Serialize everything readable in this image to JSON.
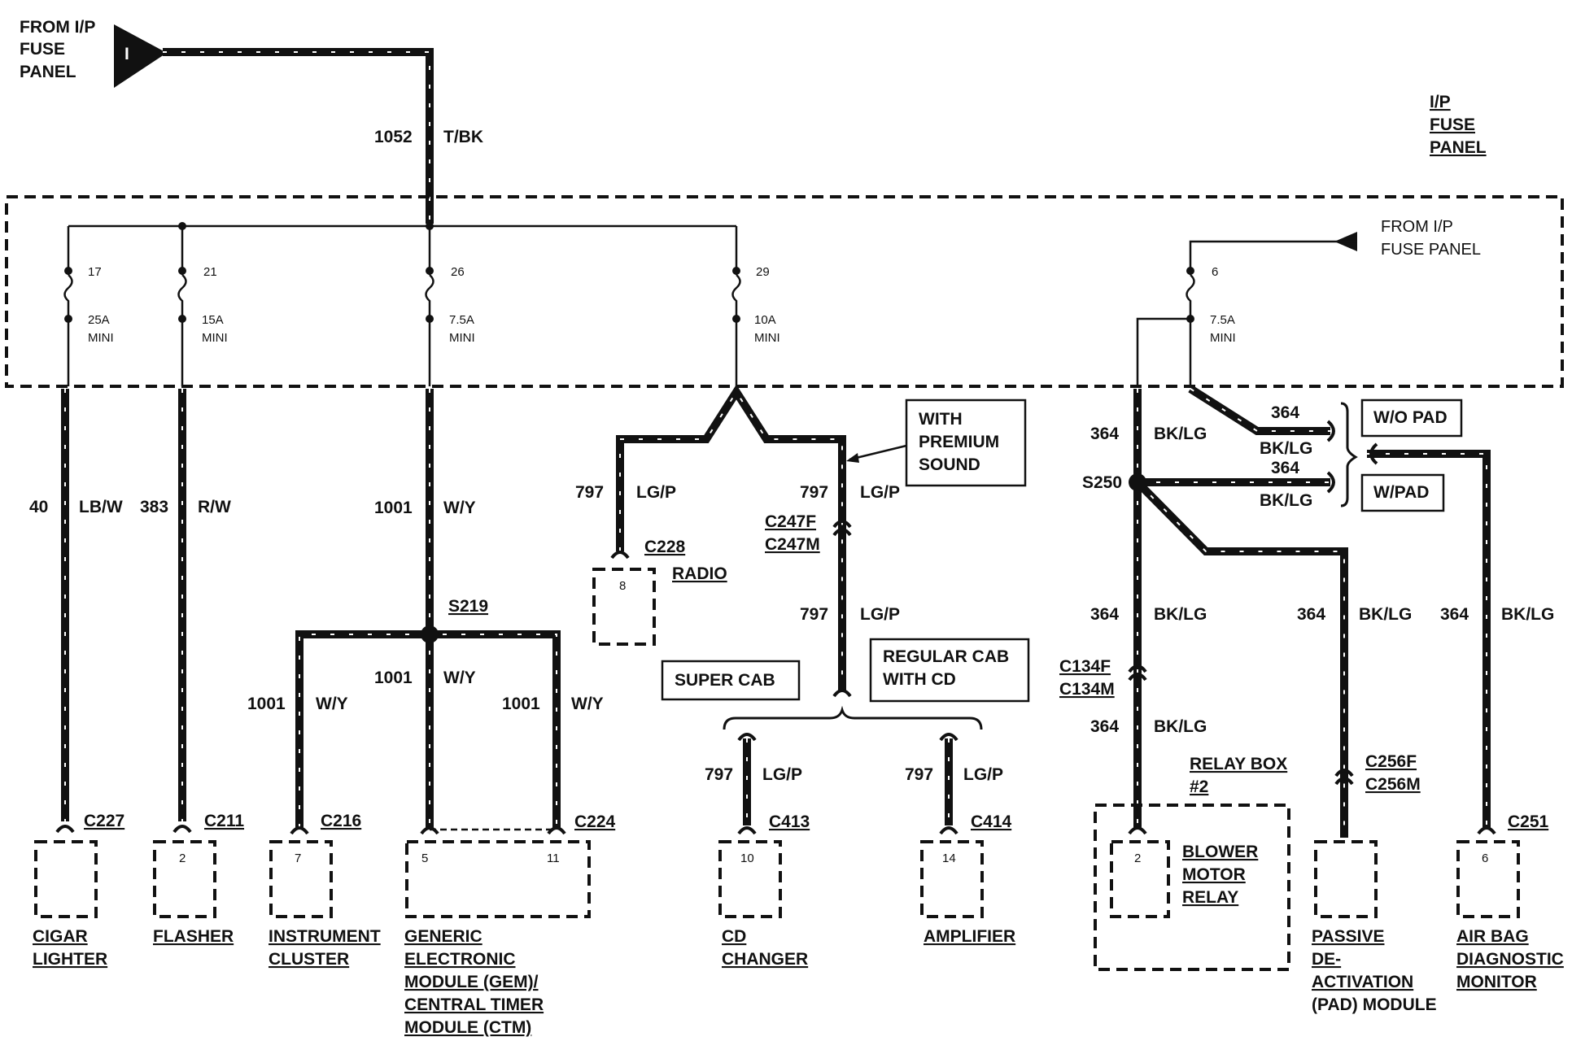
{
  "source_top": {
    "label_lines": [
      "FROM I/P",
      "FUSE",
      "PANEL"
    ],
    "connector_letter": "I"
  },
  "feed_wire": {
    "circuit": "1052",
    "color": "T/BK"
  },
  "fuse_panel": {
    "label_lines": [
      "I/P",
      "FUSE",
      "PANEL"
    ],
    "from_label_lines": [
      "FROM I/P",
      "FUSE PANEL"
    ]
  },
  "fuses": [
    {
      "number": "17",
      "rating": "25A",
      "type": "MINI"
    },
    {
      "number": "21",
      "rating": "15A",
      "type": "MINI"
    },
    {
      "number": "26",
      "rating": "7.5A",
      "type": "MINI"
    },
    {
      "number": "29",
      "rating": "10A",
      "type": "MINI"
    },
    {
      "number": "6",
      "rating": "7.5A",
      "type": "MINI"
    }
  ],
  "wires": {
    "w40": {
      "circuit": "40",
      "color": "LB/W"
    },
    "w383": {
      "circuit": "383",
      "color": "R/W"
    },
    "w1001_main": {
      "circuit": "1001",
      "color": "W/Y"
    },
    "w1001_center": {
      "circuit": "1001",
      "color": "W/Y"
    },
    "w1001_left": {
      "circuit": "1001",
      "color": "W/Y"
    },
    "w1001_right": {
      "circuit": "1001",
      "color": "W/Y"
    },
    "w797_radio": {
      "circuit": "797",
      "color": "LG/P"
    },
    "w797_premium": {
      "circuit": "797",
      "color": "LG/P"
    },
    "w797_lower": {
      "circuit": "797",
      "color": "LG/P"
    },
    "w797_cd": {
      "circuit": "797",
      "color": "LG/P"
    },
    "w797_amp": {
      "circuit": "797",
      "color": "LG/P"
    },
    "w364_top": {
      "circuit": "364",
      "color": "BK/LG"
    },
    "w364_wopad": {
      "circuit": "364",
      "color": "BK/LG"
    },
    "w364_wpad": {
      "circuit": "364",
      "color": "BK/LG"
    },
    "w364_mid": {
      "circuit": "364",
      "color": "BK/LG"
    },
    "w364_lower": {
      "circuit": "364",
      "color": "BK/LG"
    },
    "w364_pad": {
      "circuit": "364",
      "color": "BK/LG"
    },
    "w364_abdm": {
      "circuit": "364",
      "color": "BK/LG"
    }
  },
  "splices": {
    "s219": "S219",
    "s250": "S250"
  },
  "inline_connectors": {
    "c247": [
      "C247F",
      "C247M"
    ],
    "c134": [
      "C134F",
      "C134M"
    ],
    "c256": [
      "C256F",
      "C256M"
    ]
  },
  "option_labels": {
    "premium": [
      "WITH",
      "PREMIUM",
      "SOUND"
    ],
    "super_cab": "SUPER CAB",
    "regular_cab": [
      "REGULAR CAB",
      "WITH CD"
    ],
    "wo_pad": "W/O PAD",
    "w_pad": "W/PAD"
  },
  "components": {
    "cigar_lighter": {
      "connector": "C227",
      "pin": "",
      "name_lines": [
        "CIGAR",
        "LIGHTER"
      ]
    },
    "flasher": {
      "connector": "C211",
      "pin": "2",
      "name_lines": [
        "FLASHER"
      ]
    },
    "instrument_cluster": {
      "connector": "C216",
      "pin": "7",
      "name_lines": [
        "INSTRUMENT",
        "CLUSTER"
      ]
    },
    "gem": {
      "connector": "C224",
      "pins": [
        "5",
        "11"
      ],
      "name_lines": [
        "GENERIC",
        "ELECTRONIC",
        "MODULE (GEM)/",
        "CENTRAL TIMER",
        "MODULE (CTM)"
      ]
    },
    "radio": {
      "connector": "C228",
      "pin": "8",
      "name_lines": [
        "RADIO"
      ]
    },
    "cd_changer": {
      "connector": "C413",
      "pin": "10",
      "name_lines": [
        "CD",
        "CHANGER"
      ]
    },
    "amplifier": {
      "connector": "C414",
      "pin": "14",
      "name_lines": [
        "AMPLIFIER"
      ]
    },
    "relay_box": {
      "name_lines": [
        "RELAY BOX",
        "#2"
      ]
    },
    "blower_motor_relay": {
      "pin": "2",
      "name_lines": [
        "BLOWER",
        "MOTOR",
        "RELAY"
      ]
    },
    "pad_module": {
      "name_lines": [
        "PASSIVE",
        "DE-",
        "ACTIVATION",
        "(PAD) MODULE"
      ]
    },
    "airbag_monitor": {
      "connector": "C251",
      "pin": "6",
      "name_lines": [
        "AIR BAG",
        "DIAGNOSTIC",
        "MONITOR"
      ]
    }
  }
}
